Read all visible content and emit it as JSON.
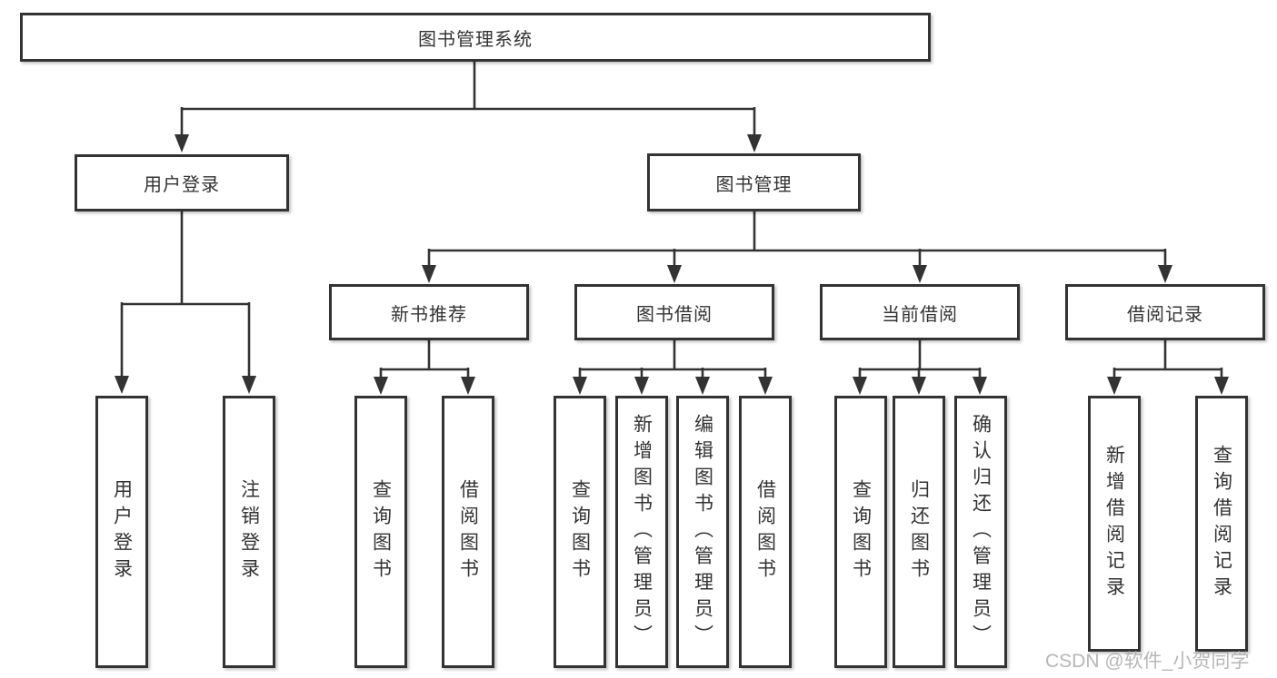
{
  "diagram": {
    "root": "图书管理系统",
    "level2": {
      "user_login": "用户登录",
      "book_management": "图书管理"
    },
    "level3": {
      "new_book_rec": "新书推荐",
      "book_borrow": "图书借阅",
      "current_borrow": "当前借阅",
      "borrow_record": "借阅记录"
    },
    "leaves": {
      "user_login": [
        "用户登录",
        "注销登录"
      ],
      "new_book_rec": [
        "查询图书",
        "借阅图书"
      ],
      "book_borrow": [
        "查询图书",
        "新增图书（管理员）",
        "编辑图书（管理员）",
        "借阅图书"
      ],
      "current_borrow": [
        "查询图书",
        "归还图书",
        "确认归还（管理员）"
      ],
      "borrow_record": [
        "新增借阅记录",
        "查询借阅记录"
      ]
    }
  },
  "watermark": "CSDN @软件_小贺同学",
  "colors": {
    "line": "#333333",
    "box_fill": "#ffffff",
    "text": "#333333",
    "watermark": "#aaaaaa"
  }
}
